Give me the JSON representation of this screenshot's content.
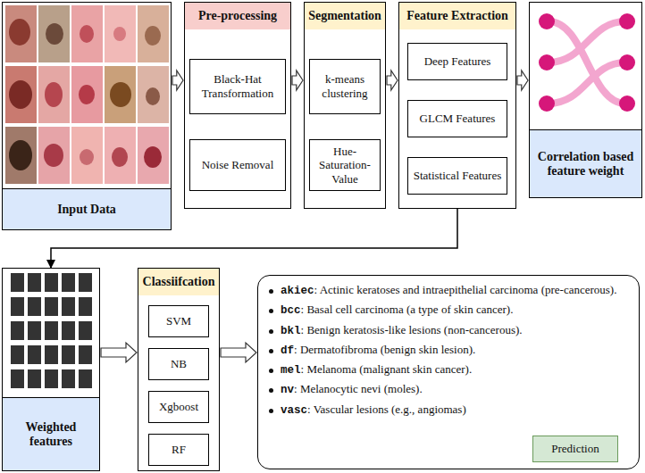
{
  "diagram": {
    "nodes": [
      {
        "text": [
          "Input Data"
        ]
      },
      {
        "text": [
          "Pre-processing"
        ]
      },
      {
        "text": [
          "Black-Hat Transformation"
        ],
        "in": 1
      },
      {
        "text": [
          "Noise Removal"
        ],
        "in": 1
      },
      {
        "text": [
          "Segmentation"
        ]
      },
      {
        "text": [
          "k-means clustering"
        ],
        "in": 4
      },
      {
        "text": [
          "Hue-Saturation-Value"
        ],
        "in": 4
      },
      {
        "text": [
          "Feature Extraction"
        ]
      },
      {
        "text": [
          "Deep Features"
        ],
        "in": 7
      },
      {
        "text": [
          "GLCM Features"
        ],
        "in": 7
      },
      {
        "text": [
          "Statistical Features"
        ],
        "in": 7
      },
      {
        "text": [
          "Correlation based feature weight"
        ]
      },
      {
        "text": [
          "Weighted features"
        ]
      },
      {
        "text": [
          "Classiifcation"
        ]
      },
      {
        "text": [
          "SVM"
        ],
        "in": 13
      },
      {
        "text": [
          "NB"
        ],
        "in": 13
      },
      {
        "text": [
          "Xgboost"
        ],
        "in": 13
      },
      {
        "text": [
          "RF"
        ],
        "in": 13
      },
      {
        "text": [
          "akiec: Actinic keratoses and intraepithelial carcinoma (pre-cancerous).",
          "bcc: Basal cell carcinoma (a type of skin cancer).",
          "bkl: Benign keratosis-like lesions (non-cancerous).",
          "df: Dermatofibroma (benign skin lesion).",
          "mel: Melanoma (malignant skin cancer).",
          "nv: Melanocytic nevi (moles).",
          "vasc: Vascular lesions (e.g., angiomas)"
        ]
      },
      {
        "text": [
          "Prediction"
        ],
        "in": 18
      }
    ],
    "edges": [
      {
        "from": 0,
        "to": 1,
        "arrow": "to"
      },
      {
        "from": 1,
        "to": 4,
        "arrow": "to"
      },
      {
        "from": 4,
        "to": 7,
        "arrow": "to"
      },
      {
        "from": 7,
        "to": 11,
        "arrow": "to"
      },
      {
        "from": 7,
        "to": 12,
        "arrow": "to"
      },
      {
        "from": 12,
        "to": 13,
        "arrow": "to"
      },
      {
        "from": 13,
        "to": 18,
        "arrow": "to"
      }
    ]
  }
}
